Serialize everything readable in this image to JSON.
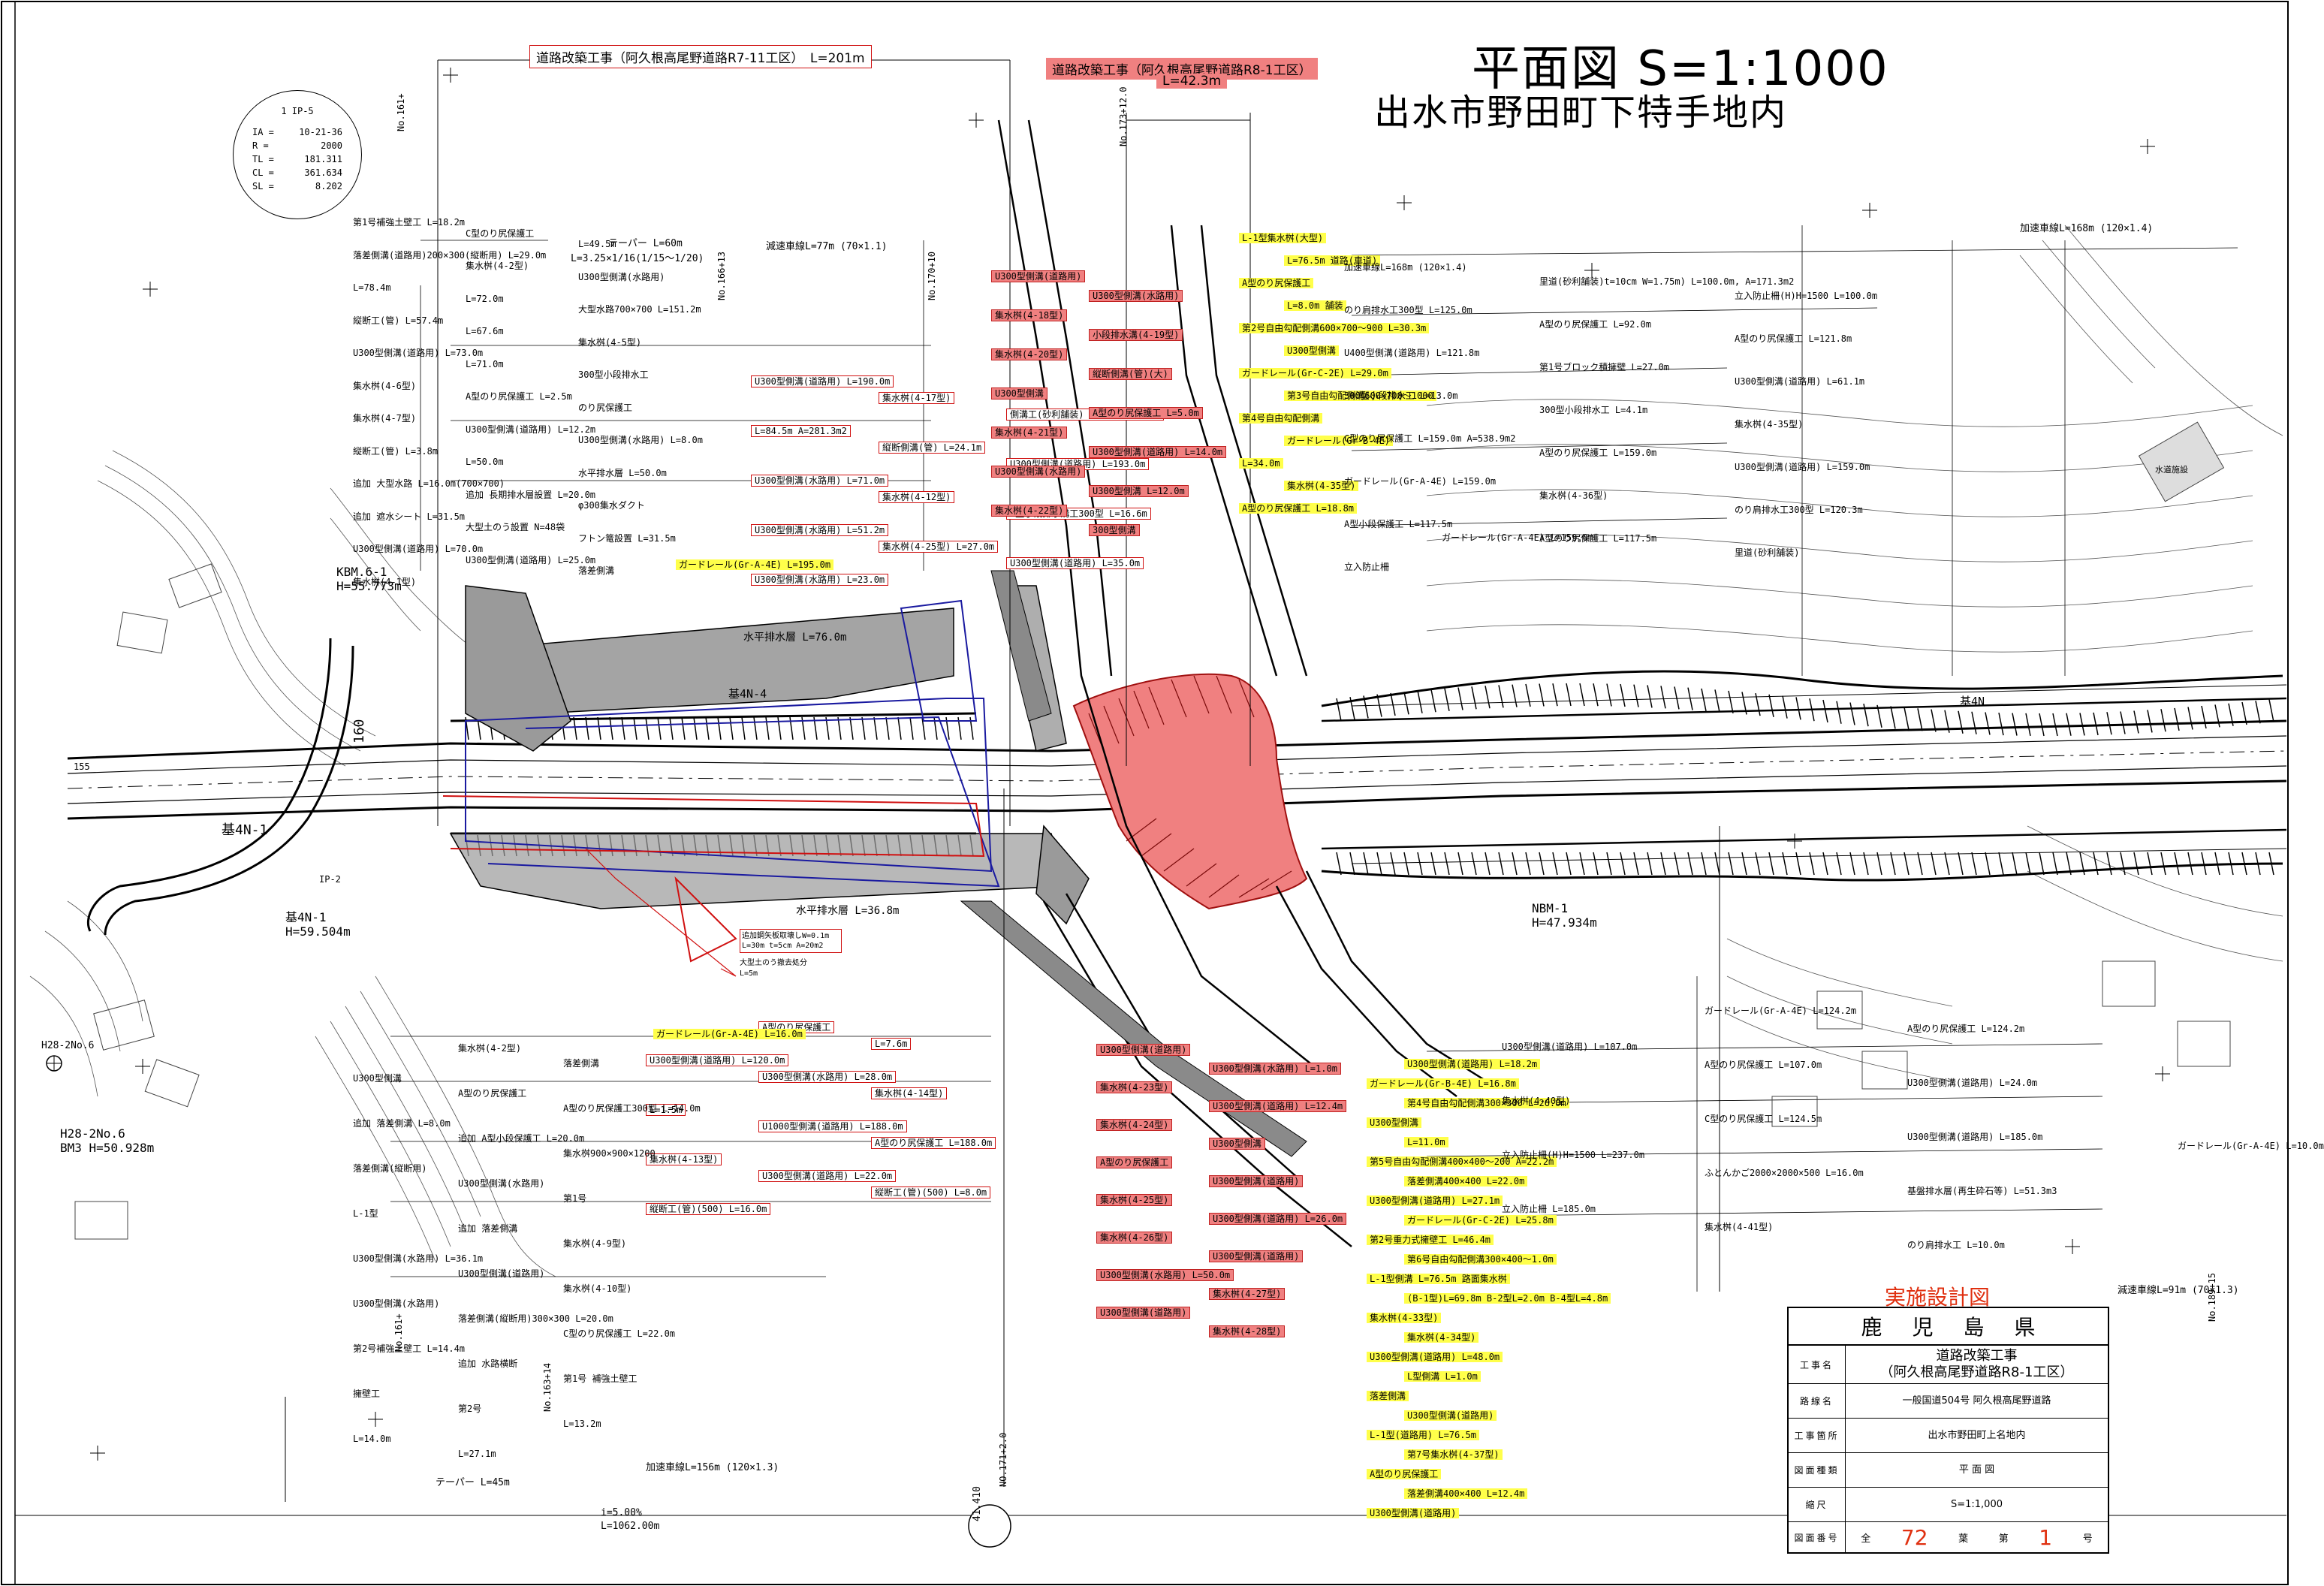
{
  "drawing": {
    "title": "平面図 S=1:1000",
    "location": "出水市野田町下特手地内"
  },
  "sections": {
    "r7_header": "道路改築工事（阿久根高尾野道路R7-11工区）　L=201m",
    "r8_header": "道路改築工事（阿久根高尾野道路R8-1工区）",
    "r8_length": "L=42.3m"
  },
  "curve": {
    "ip": "1 IP-5",
    "rows": [
      {
        "k": "IA =",
        "v": "10-21-36"
      },
      {
        "k": "R =",
        "v": "2000"
      },
      {
        "k": "TL =",
        "v": "181.311"
      },
      {
        "k": "CL =",
        "v": "361.634"
      },
      {
        "k": "SL =",
        "v": "8.202"
      }
    ]
  },
  "benchmarks": {
    "kbm": "KBM.6-1",
    "kbm_h": "H=55.773m",
    "k4n1": "基4N-1",
    "k4n1_h": "H=59.504m",
    "nbm": "NBM-1",
    "nbm_h": "H=47.934m",
    "h28": "H28-2No.6",
    "h28b": "H28-2No.6",
    "bm3": "BM3 H=50.928m",
    "k4n4": "基4N-4",
    "k4n": "基4N"
  },
  "road_labels": {
    "taper_top": "テーパー L=60m",
    "taper_top_formula": "L=3.25×1/16(1/15～1/20)",
    "decel_top": "減速車線L=77m (70×1.1)",
    "decel_right": "加速車線L=168m (120×1.4)",
    "decel_bottom_right": "減速車線L=91m (70×1.3)",
    "accel_bottom": "加速車線L=156m (120×1.3)",
    "taper_bottom": "テーパー L=45m",
    "slope_bottom": "i=5.00%",
    "slope_bottom_l": "L=1062.00m",
    "horiz_drain_top": "水平排水層 L=76.0m",
    "horiz_drain_bottom": "水平排水層 L=36.8m",
    "sta_circle": "41.410",
    "no171": "NO.171+2.0",
    "no161": "No.161+",
    "no163": "No.163+14",
    "no173": "No.173+12.0",
    "no189": "No.189+15",
    "no166": "No.166+13",
    "no170": "No.170+10",
    "ip2": "IP-2",
    "d155": "155",
    "d160": "160",
    "guard_top": "ガードレール(Gr-A-4E) L=195.0m",
    "guard_bottom": "ガードレール(Gr-A-4E) L=16.0m",
    "guard_right": "ガードレール(Gr-A-4E) L=159.0m",
    "guard_right_bottom": "ガードレール(Gr-A-4E) L=10.0m"
  },
  "callouts_red_box": [
    "U300型側溝(道路用) L=190.0m",
    "集水桝(4-17型)",
    "側溝工(砂利舗装) L=10cm W=3.0m",
    "L=84.5m A=281.3m2",
    "縦断側溝(管) L=24.1m",
    "U300型側溝(道路用) L=193.0m",
    "U300型側溝(水路用) L=71.0m",
    "集水桝(4-12型)",
    "A型小段排水溝工300型 L=16.6m",
    "U300型側溝(水路用) L=51.2m",
    "集水桝(4-25型) L=27.0m",
    "U300型側溝(道路用) L=35.0m",
    "U300型側溝(水路用) L=23.0m",
    "A型のり尻保護工",
    "L=7.6m",
    "U300型側溝(道路用) L=120.0m",
    "U300型側溝(水路用) L=28.0m",
    "集水桝(4-14型)",
    "L=1.5m",
    "U1000型側溝(道路用) L=188.0m",
    "A型のり尻保護工 L=188.0m",
    "集水桝(4-13型)",
    "U300型側溝(道路用) L=22.0m",
    "縦断工(管)(500) L=8.0m",
    "縦断工(管)(500) L=16.0m"
  ],
  "callouts_red_fill": [
    "U300型側溝(道路用)",
    "U300型側溝(水路用)",
    "集水桝(4-18型)",
    "小段排水溝(4-19型)",
    "集水桝(4-20型)",
    "縦断側溝(管)(大)",
    "U300型側溝",
    "A型のり尻保護工 L=5.0m",
    "集水桝(4-21型)",
    "U300型側溝(道路用) L=14.0m",
    "U300型側溝(水路用)",
    "U300型側溝 L=12.0m",
    "集水桝(4-22型)",
    "300型側溝",
    "U300型側溝(道路用)",
    "U300型側溝(水路用) L=1.0m",
    "集水桝(4-23型)",
    "U300型側溝(道路用) L=12.4m",
    "集水桝(4-24型)",
    "U300型側溝",
    "A型のり尻保護工",
    "U300型側溝(道路用)",
    "集水桝(4-25型)",
    "U300型側溝(道路用) L=26.0m",
    "集水桝(4-26型)",
    "U300型側溝(道路用)",
    "U300型側溝(水路用) L=50.0m",
    "集水桝(4-27型)",
    "U300型側溝(道路用)",
    "集水桝(4-28型)"
  ],
  "callouts_yellow": [
    "L-1型集水桝(大型)",
    "L=76.5m 道路(車道)",
    "A型のり尻保護工",
    "L=8.0m 舗装",
    "第2号自由勾配側溝600×700～900 L=30.3m",
    "U300型側溝",
    "ガードレール(Gr-C-2E) L=29.0m",
    "第3号自由勾配側溝600×700～1000",
    "第4号自由勾配側溝",
    "ガードレール(Gr-B-4E)",
    "L=34.0m",
    "集水桝(4-35型)",
    "A型のり尻保護工 L=18.8m",
    "U300型側溝(道路用) L=18.2m",
    "ガードレール(Gr-B-4E) L=16.8m",
    "第4号自由勾配側溝300×300 L=26.0m",
    "U300型側溝",
    "L=11.0m",
    "第5号自由勾配側溝400×400～200 A=22.2m",
    "落差側溝400×400 L=22.0m",
    "U300型側溝(道路用) L=27.1m",
    "ガードレール(Gr-C-2E) L=25.8m",
    "第2号重力式擁壁工 L=46.4m",
    "第6号自由勾配側溝300×400～1.0m",
    "L-1型側溝 L=76.5m 路面集水桝",
    "(B-1型)L=69.8m B-2型L=2.0m B-4型L=4.8m",
    "集水桝(4-33型)",
    "集水桝(4-34型)",
    "U300型側溝(道路用) L=48.0m",
    "L型側溝 L=1.0m",
    "落差側溝",
    "U300型側溝(道路用)",
    "L-1型(道路用) L=76.5m",
    "第7号集水桝(4-37型)",
    "A型のり尻保護工",
    "落差側溝400×400 L=12.4m",
    "U300型側溝(道路用)"
  ],
  "callouts_plain_right": [
    "加速車線L=168m (120×1.4)",
    "里道(砂利舗装)t=10cm W=1.75m) L=100.0m, A=171.3m2",
    "立入防止柵(H)H=1500 L=100.0m",
    "のり肩排水工300型 L=125.0m",
    "A型のり尻保護工 L=92.0m",
    "A型のり尻保護工 L=121.8m",
    "U400型側溝(道路用) L=121.8m",
    "第1号ブロック積擁壁 L=27.0m",
    "U300型側溝(道路用) L=61.1m",
    "300型小段排水工 L=13.0m",
    "300型小段排水工 L=4.1m",
    "集水桝(4-35型)",
    "C型のり尻保護工 L=159.0m A=538.9m2",
    "A型のり尻保護工 L=159.0m",
    "U300型側溝(道路用) L=159.0m",
    "ガードレール(Gr-A-4E) L=159.0m",
    "集水桝(4-36型)",
    "のり肩排水工300型 L=120.3m",
    "A型小段保護工 L=117.5m",
    "A型のり尻保護工 L=117.5m",
    "里道(砂利舗装)",
    "立入防止柵",
    "ガードレール(Gr-A-4E) L=124.2m",
    "A型のり尻保護工 L=124.2m",
    "U300型側溝(道路用) L=107.0m",
    "A型のり尻保護工 L=107.0m",
    "U300型側溝(道路用) L=24.0m",
    "集水桝(4-40型)",
    "C型のり尻保護工 L=124.5m",
    "U300型側溝(道路用) L=185.0m",
    "立入防止柵(H)H=1500 L=237.0m",
    "ふとんかご2000×2000×500 L=16.0m",
    "基盤排水層(再生砕石等) L=51.3m3",
    "立入防止柵 L=185.0m",
    "集水桝(4-41型)",
    "のり肩排水工 L=10.0m"
  ],
  "callouts_plain_left": [
    "第1号補強土壁工 L=18.2m",
    "C型のり尻保護工",
    "L=49.5m",
    "落差側溝(道路用)200×300(縦断用) L=29.0m",
    "集水桝(4-2型)",
    "U300型側溝(水路用)",
    "L=78.4m",
    "L=72.0m",
    "大型水路700×700 L=151.2m",
    "縦断工(管) L=57.4m",
    "L=67.6m",
    "集水桝(4-5型)",
    "U300型側溝(道路用) L=73.0m",
    "L=71.0m",
    "300型小段排水工",
    "集水桝(4-6型)",
    "A型のり尻保護工 L=2.5m",
    "のり尻保護工",
    "集水桝(4-7型)",
    "U300型側溝(道路用) L=12.2m",
    "U300型側溝(水路用) L=8.0m",
    "縦断工(管) L=3.8m",
    "L=50.0m",
    "水平排水層 L=50.0m",
    "追加 大型水路 L=16.0m(700×700)",
    "追加 長期排水層設置 L=20.0m",
    "φ300集水ダクト",
    "追加 遮水シート L=31.5m",
    "大型土のう設置 N=48袋",
    "フトン篭設置 L=31.5m",
    "U300型側溝(道路用) L=70.0m",
    "U300型側溝(道路用) L=25.0m",
    "落差側溝",
    "集水桝(4-1型)",
    "集水桝(4-2型)",
    "落差側溝",
    "U300型側溝",
    "A型のり尻保護工",
    "A型のり尻保護工300型 L=14.0m",
    "追加 落差側溝 L=8.0m",
    "追加 A型小段保護工 L=20.0m",
    "集水桝900×900×1200",
    "落差側溝(縦断用)",
    "U300型側溝(水路用)",
    "第1号",
    "L-1型",
    "追加 落差側溝",
    "集水桝(4-9型)",
    "U300型側溝(水路用) L=36.1m",
    "U300型側溝(道路用)",
    "集水桝(4-10型)",
    "U300型側溝(水路用)",
    "落差側溝(縦断用)300×300 L=20.0m",
    "C型のり尻保護工 L=22.0m",
    "第2号補強土壁工 L=14.4m",
    "追加 水路横断",
    "第1号 補強土壁工",
    "擁壁工",
    "第2号",
    "L=13.2m",
    "L=14.0m",
    "L=27.1m"
  ],
  "notes": {
    "note_block": "追加鋼矢板取壊しW=0.1m L=30m t=5cm A=20m2",
    "note_block2": "大型土のう撤去処分",
    "note_block3": "L=5m",
    "sign_pit": "水道施設",
    "tb_stamp": "実施設計図"
  },
  "title_block": {
    "pref": "鹿児島県",
    "rows": [
      {
        "k": "工事名",
        "v": "道路改築工事\n（阿久根高尾野道路R8-1工区）",
        "big": true
      },
      {
        "k": "路線名",
        "v": "一般国道504号 阿久根高尾野道路"
      },
      {
        "k": "工事箇所",
        "v": "出水市野田町上名地内"
      },
      {
        "k": "図面種類",
        "v": "平 面 図"
      },
      {
        "k": "縮尺",
        "v": "S=1:1,000"
      }
    ],
    "sheet_label": "図面番号",
    "all": "全",
    "total": "72",
    "sheets": "葉",
    "no": "第",
    "num": "1",
    "go": "号"
  },
  "colors": {
    "red_fill": "#f08080",
    "red_line": "#d01010",
    "yellow_fill": "#ffff4a",
    "blue_line": "#1a1aa0",
    "gray_fill": "#9a9a9a",
    "line": "#000000"
  }
}
